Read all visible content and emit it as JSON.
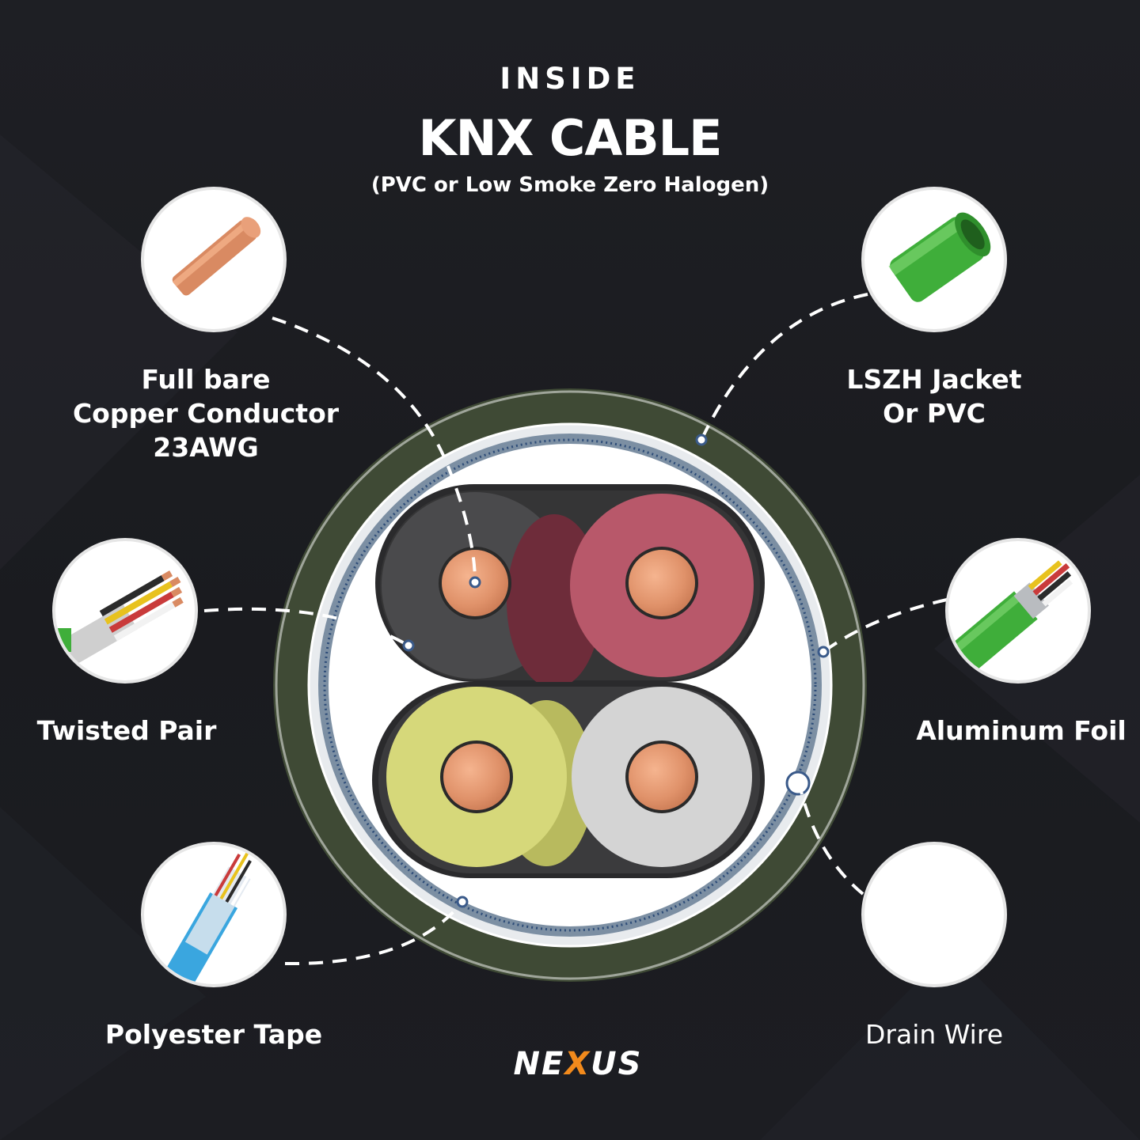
{
  "header": {
    "kicker": "INSIDE",
    "title": "KNX CABLE",
    "subtitle": "(PVC or Low Smoke Zero Halogen)"
  },
  "labels": {
    "copper_line1": "Full bare",
    "copper_line2": "Copper Conductor",
    "copper_line3": "23AWG",
    "jacket_line1": "LSZH Jacket",
    "jacket_line2": "Or PVC",
    "twisted": "Twisted Pair",
    "foil": "Aluminum Foil",
    "tape": "Polyester Tape",
    "drain": "Drain Wire"
  },
  "brand": {
    "pre": "NE",
    "mark": "X",
    "post": "US"
  },
  "icons": [
    "copper-wire-icon",
    "green-jacket-tube-icon",
    "twisted-pair-bundle-icon",
    "foil-shielded-cable-icon",
    "polyester-tape-cable-icon",
    "drain-wire-icon"
  ],
  "colors": {
    "background": "#1b1c20",
    "jacket": "#3f4a35",
    "copper": "#d98a62",
    "conductor_black": "#4a4a4c",
    "conductor_red": "#b8586a",
    "conductor_yellow": "#d6d87a",
    "conductor_white": "#d4d4d4",
    "brand_accent": "#f28a1c"
  }
}
